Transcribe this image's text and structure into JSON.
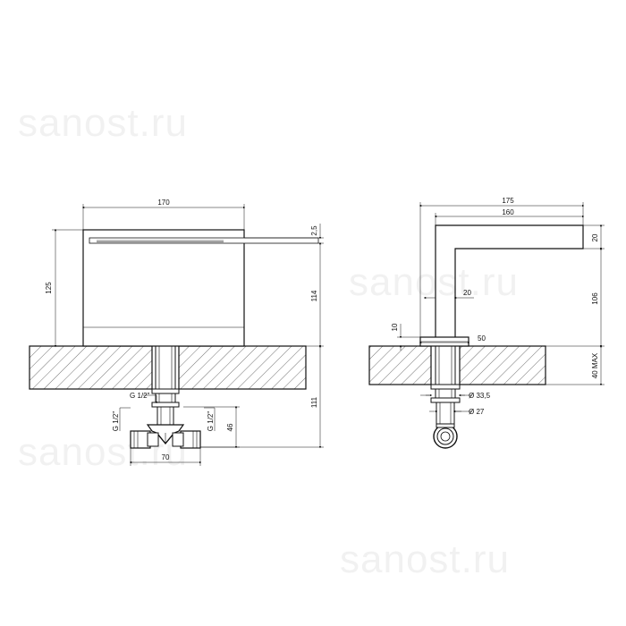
{
  "watermark": "sanost.ru",
  "front_view": {
    "width": "170",
    "height": "125",
    "spout": "2,5",
    "spout_height": "114",
    "below_counter": "111",
    "inlet_thread": "G 1/2\"",
    "side_thread_left": "G 1/2\"",
    "side_thread_right": "G 1/2\"",
    "tee_height": "46",
    "tee_width": "70"
  },
  "side_view": {
    "length": "175",
    "reach": "160",
    "top_thickness": "20",
    "body_thickness": "20",
    "height": "106",
    "base_height": "10",
    "base_width": "50",
    "counter_max": "40 MAX",
    "nut_diameter": "Ø 33,5",
    "shank_diameter": "Ø 27"
  }
}
